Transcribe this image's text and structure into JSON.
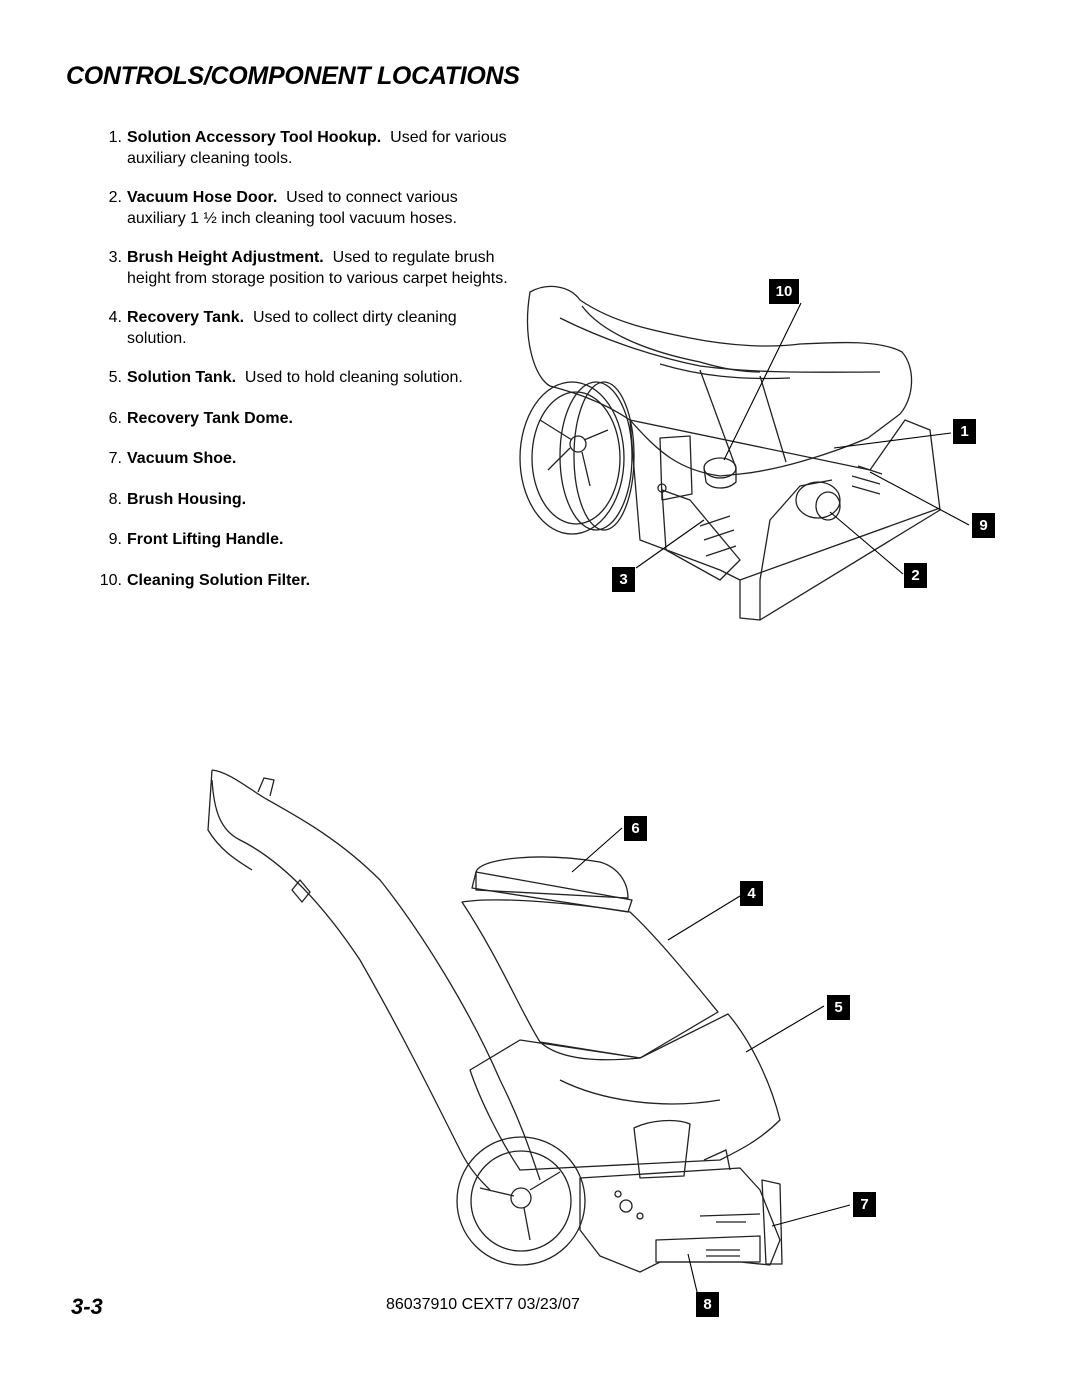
{
  "title": "CONTROLS/COMPONENT LOCATIONS",
  "items": [
    {
      "num": "1.",
      "label": "Solution Accessory Tool Hookup.",
      "desc": "Used for various auxiliary cleaning tools."
    },
    {
      "num": "2.",
      "label": "Vacuum Hose Door.",
      "desc": "Used to connect various auxiliary 1 ½ inch cleaning tool vacuum hoses."
    },
    {
      "num": "3.",
      "label": "Brush Height Adjustment.",
      "desc": "Used to regulate brush height from storage position to various carpet heights."
    },
    {
      "num": "4.",
      "label": "Recovery Tank.",
      "desc": "Used to collect dirty cleaning solution."
    },
    {
      "num": "5.",
      "label": "Solution Tank.",
      "desc": "Used to hold cleaning solution."
    },
    {
      "num": "6.",
      "label": "Recovery Tank Dome.",
      "desc": ""
    },
    {
      "num": "7.",
      "label": "Vacuum Shoe.",
      "desc": ""
    },
    {
      "num": "8.",
      "label": "Brush Housing.",
      "desc": ""
    },
    {
      "num": "9.",
      "label": "Front Lifting Handle.",
      "desc": ""
    },
    {
      "num": "10.",
      "label": "Cleaning Solution Filter.",
      "desc": ""
    }
  ],
  "callouts": {
    "c1": "1",
    "c2": "2",
    "c3": "3",
    "c4": "4",
    "c5": "5",
    "c6": "6",
    "c7": "7",
    "c8": "8",
    "c9": "9",
    "c10": "10"
  },
  "footer": {
    "page_number": "3-3",
    "doc_id": "86037910 CEXT7 03/23/07"
  }
}
